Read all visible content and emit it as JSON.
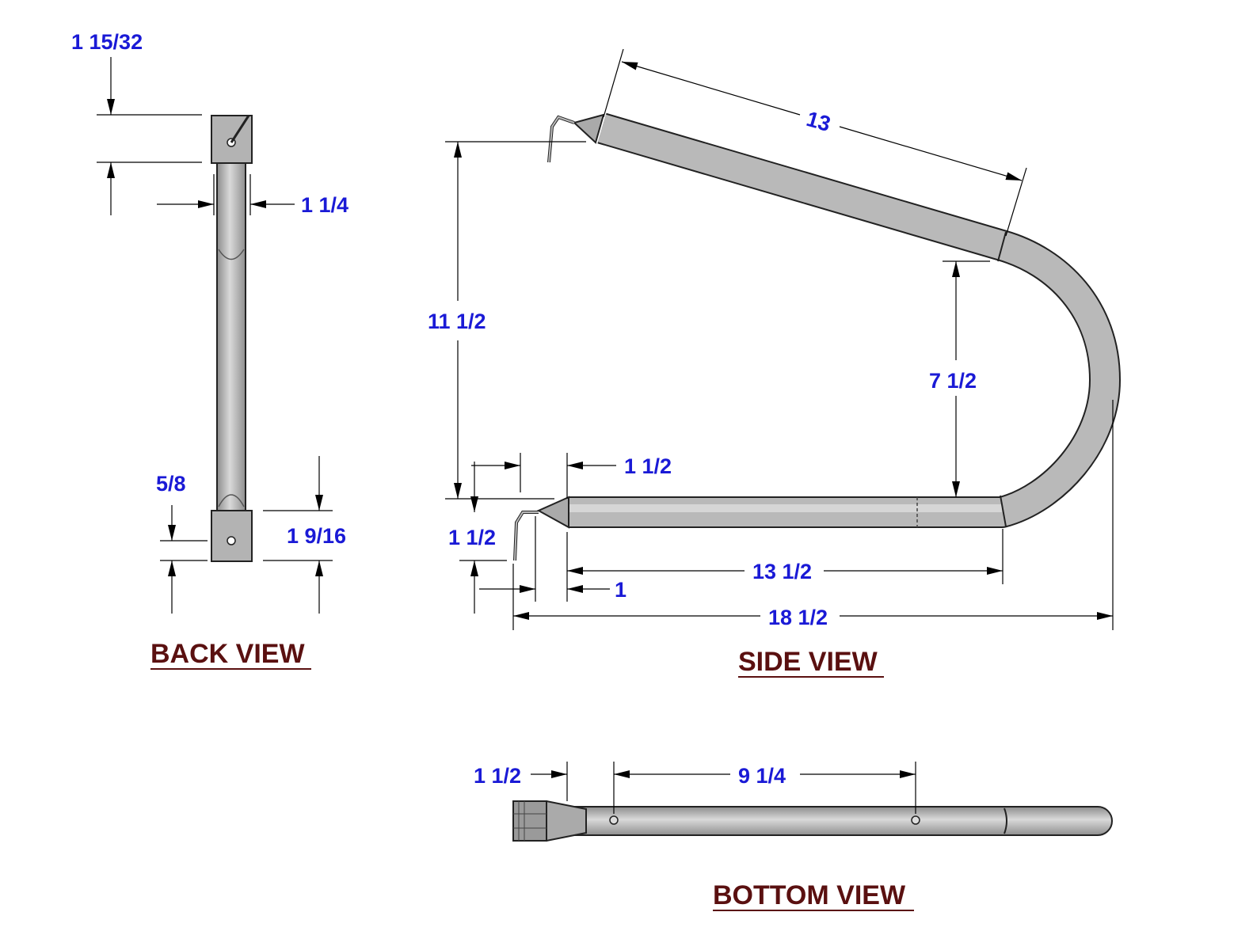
{
  "views": {
    "back_title": "BACK VIEW",
    "side_title": "SIDE VIEW",
    "bottom_title": "BOTTOM VIEW"
  },
  "back_dims": {
    "top_gap": "1 15/32",
    "pipe_diameter": "1 1/4",
    "hole_offset": "5/8",
    "bracket_height": "1 9/16"
  },
  "side_dims": {
    "upper_length": "13",
    "total_height": "11 1/2",
    "inner_height": "7 1/2",
    "lower_tab": "1 1/2",
    "bracket_offset": "1 1/2",
    "lower_length": "13 1/2",
    "tip_offset": "1",
    "overall_length": "18 1/2"
  },
  "bottom_dims": {
    "bracket_length": "1 1/2",
    "hole_spacing": "9 1/4"
  },
  "colors": {
    "dimension_text": "#1a1ad6",
    "title_text": "#5a1010",
    "pipe": "#b9b9b9"
  }
}
